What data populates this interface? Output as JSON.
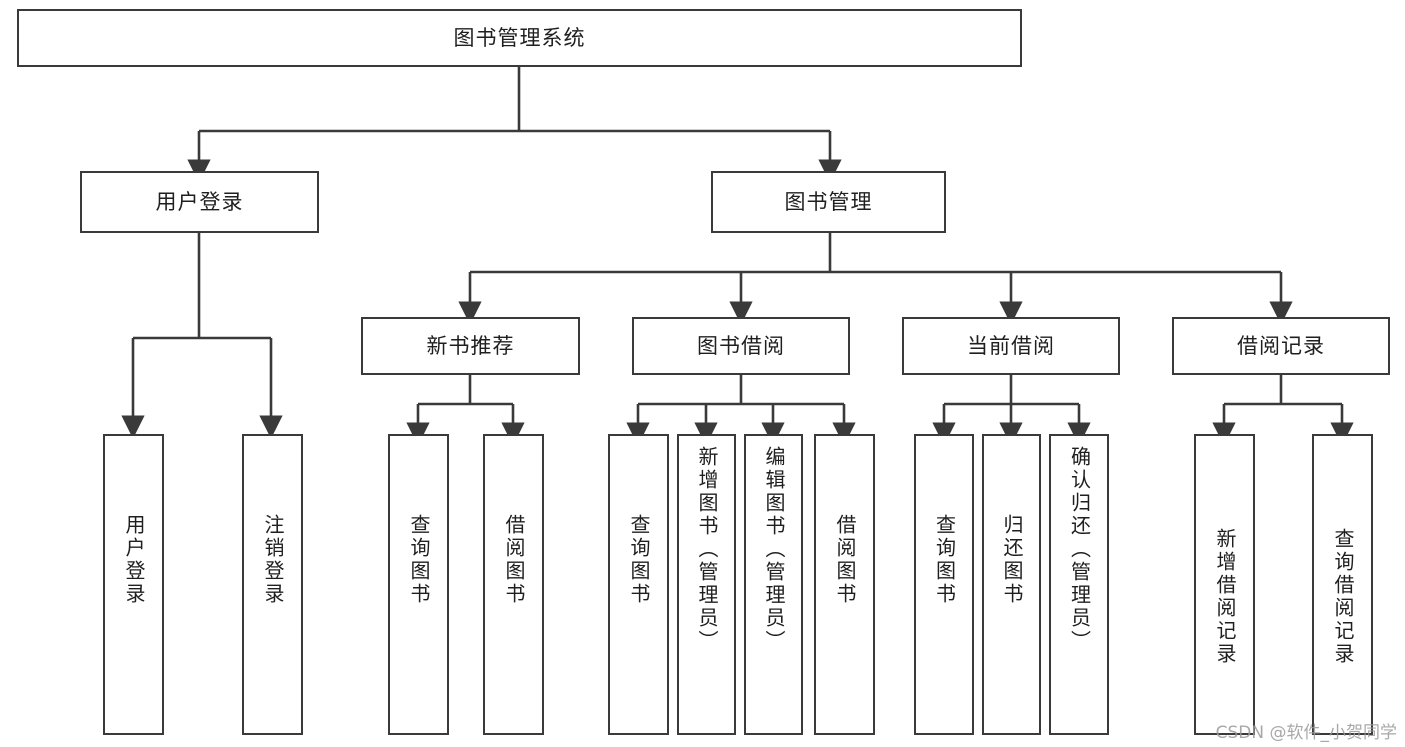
{
  "diagram": {
    "title": "图书管理系统",
    "watermark": "CSDN @软件_小贺同学",
    "line_color": "#3a3a3a",
    "box_border_color": "#3a3a3a",
    "box_fill": "#ffffff",
    "text_color": "#1f1f1f",
    "root": {
      "label": "图书管理系统"
    },
    "level2": [
      {
        "label": "用户登录"
      },
      {
        "label": "图书管理"
      }
    ],
    "level3": [
      {
        "label": "新书推荐"
      },
      {
        "label": "图书借阅"
      },
      {
        "label": "当前借阅"
      },
      {
        "label": "借阅记录"
      }
    ],
    "leaves": [
      {
        "label": "用户登录",
        "parent": "用户登录"
      },
      {
        "label": "注销登录",
        "parent": "用户登录"
      },
      {
        "label": "查询图书",
        "parent": "新书推荐"
      },
      {
        "label": "借阅图书",
        "parent": "新书推荐"
      },
      {
        "label": "查询图书",
        "parent": "图书借阅"
      },
      {
        "label": "新增图书（管理员）",
        "parent": "图书借阅"
      },
      {
        "label": "编辑图书（管理员）",
        "parent": "图书借阅"
      },
      {
        "label": "借阅图书",
        "parent": "图书借阅"
      },
      {
        "label": "查询图书",
        "parent": "当前借阅"
      },
      {
        "label": "归还图书",
        "parent": "当前借阅"
      },
      {
        "label": "确认归还（管理员）",
        "parent": "当前借阅"
      },
      {
        "label": "新增借阅记录",
        "parent": "借阅记录"
      },
      {
        "label": "查询借阅记录",
        "parent": "借阅记录"
      }
    ]
  }
}
